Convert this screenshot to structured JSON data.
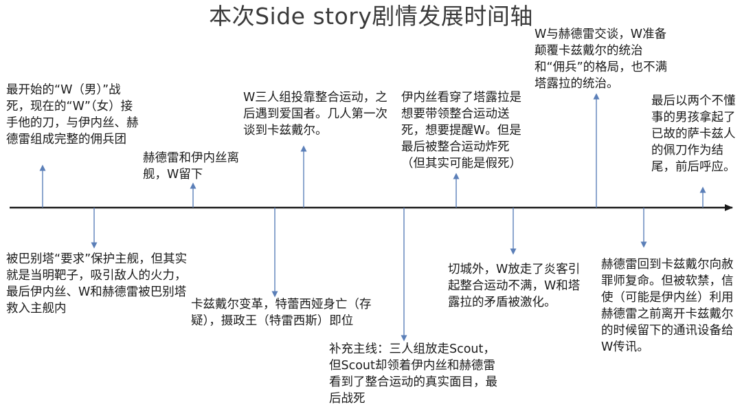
{
  "title": "本次Side story剧情发展时间轴",
  "colors": {
    "axis": "#1a1a1a",
    "arrow": "#5b7fb8",
    "text": "#1a1a1a"
  },
  "events": [
    {
      "id": "e1",
      "side": "above",
      "text": "最开始的“W（男）”战死，现在的“W”（女）接手他的刀，与伊内丝、赫德雷组成完整的佣兵团"
    },
    {
      "id": "e2",
      "side": "below",
      "text": "被巴别塔“要求”保护主舰，但其实就是当明靶子，吸引敌人的火力，最后伊内丝、W和赫德雷被巴别塔救入主舰内"
    },
    {
      "id": "e3",
      "side": "above",
      "text": "赫德雷和伊内丝离舰，W留下"
    },
    {
      "id": "e4",
      "side": "below",
      "text": "卡兹戴尔变革，特蕾西娅身亡（存疑），摄政王（特雷西斯）即位"
    },
    {
      "id": "e5",
      "side": "above",
      "text": "W三人组投靠整合运动，之后遇到爱国者。几人第一次谈到卡兹戴尔。"
    },
    {
      "id": "e6",
      "side": "below",
      "text": "补充主线：三人组放走Scout，但Scout却领着伊内丝和赫德雷看到了整合运动的真实面目，最后战死"
    },
    {
      "id": "e7",
      "side": "above",
      "text": "伊内丝看穿了塔露拉是想要带领整合运动送死，想要提醒W。但是最后被整合运动炸死（但其实可能是假死）"
    },
    {
      "id": "e8",
      "side": "below",
      "text": "切城外，W放走了炎客引起整合运动不满，W和塔露拉的矛盾被激化。"
    },
    {
      "id": "e9",
      "side": "above",
      "text": "W与赫德雷交谈，W准备颠覆卡兹戴尔的统治和“佣兵”的格局，也不满塔露拉的统治。"
    },
    {
      "id": "e10",
      "side": "below",
      "text": "赫德雷回到卡兹戴尔向赦罪师复命。但被软禁，信使（可能是伊内丝）利用赫德雷之前离开卡兹戴尔的时候留下的通讯设备给W传讯。"
    },
    {
      "id": "e11",
      "side": "above",
      "text": "最后以两个不懂事的男孩拿起了已故的萨卡兹人的佩刀作为结尾，前后呼应。"
    }
  ]
}
